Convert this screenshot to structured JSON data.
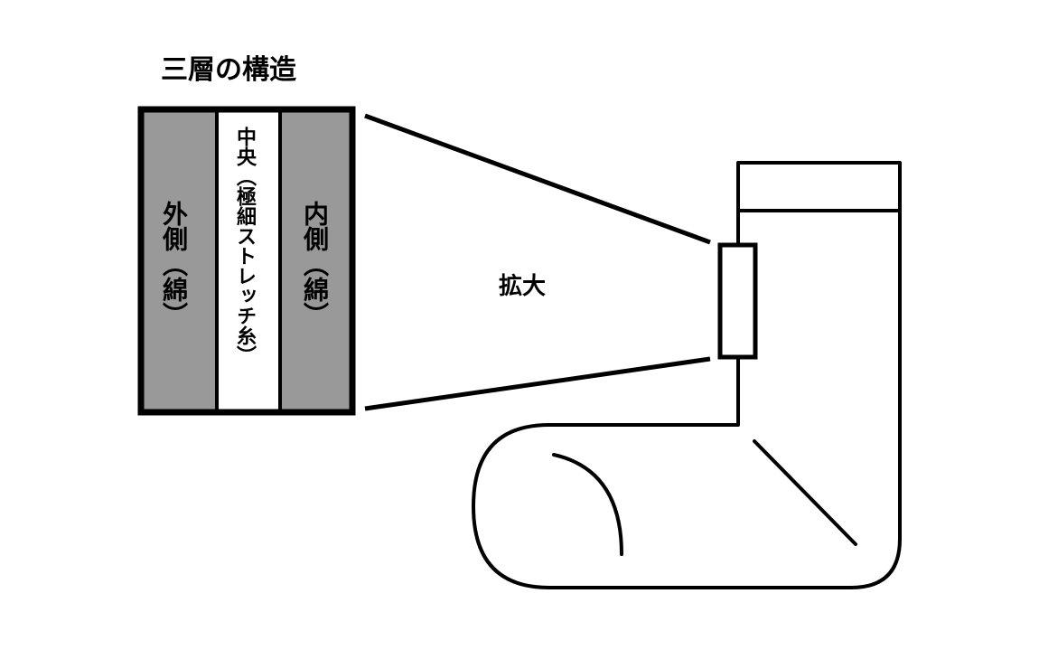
{
  "diagram": {
    "title": "三層の構造",
    "layers": {
      "outer": "外側（綿）",
      "middle": "中央（極細ストレッチ糸）",
      "inner": "内側（綿）"
    },
    "zoom_label": "拡大"
  },
  "colors": {
    "layer_fill": "#999999",
    "middle_fill": "#ffffff",
    "stroke": "#000000",
    "background": "#ffffff"
  }
}
